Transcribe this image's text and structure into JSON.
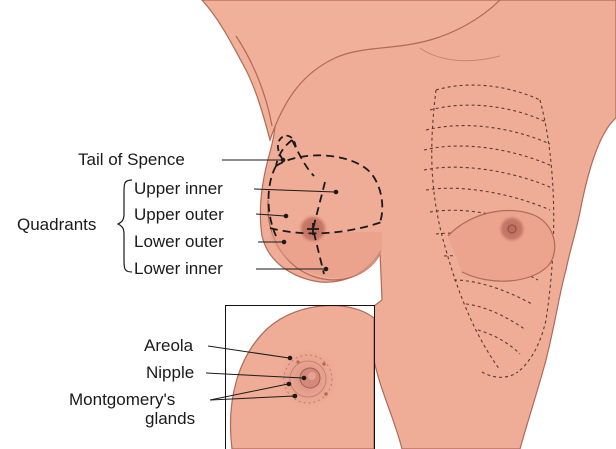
{
  "labels": {
    "tail_of_spence": "Tail of Spence",
    "quadrants": "Quadrants",
    "upper_inner": "Upper inner",
    "upper_outer": "Upper outer",
    "lower_outer": "Lower outer",
    "lower_inner": "Lower inner",
    "areola": "Areola",
    "nipple": "Nipple",
    "montgomerys_line1": "Montgomery's",
    "montgomerys_line2": "glands"
  },
  "colors": {
    "skin": "#efac96",
    "skin_shadow": "#d9826e",
    "outline": "#8a4a3c",
    "areola": "#c7786a",
    "dashes": "#1a1a1a",
    "ribs": "#5a3a33",
    "inset_frame": "#111111"
  }
}
